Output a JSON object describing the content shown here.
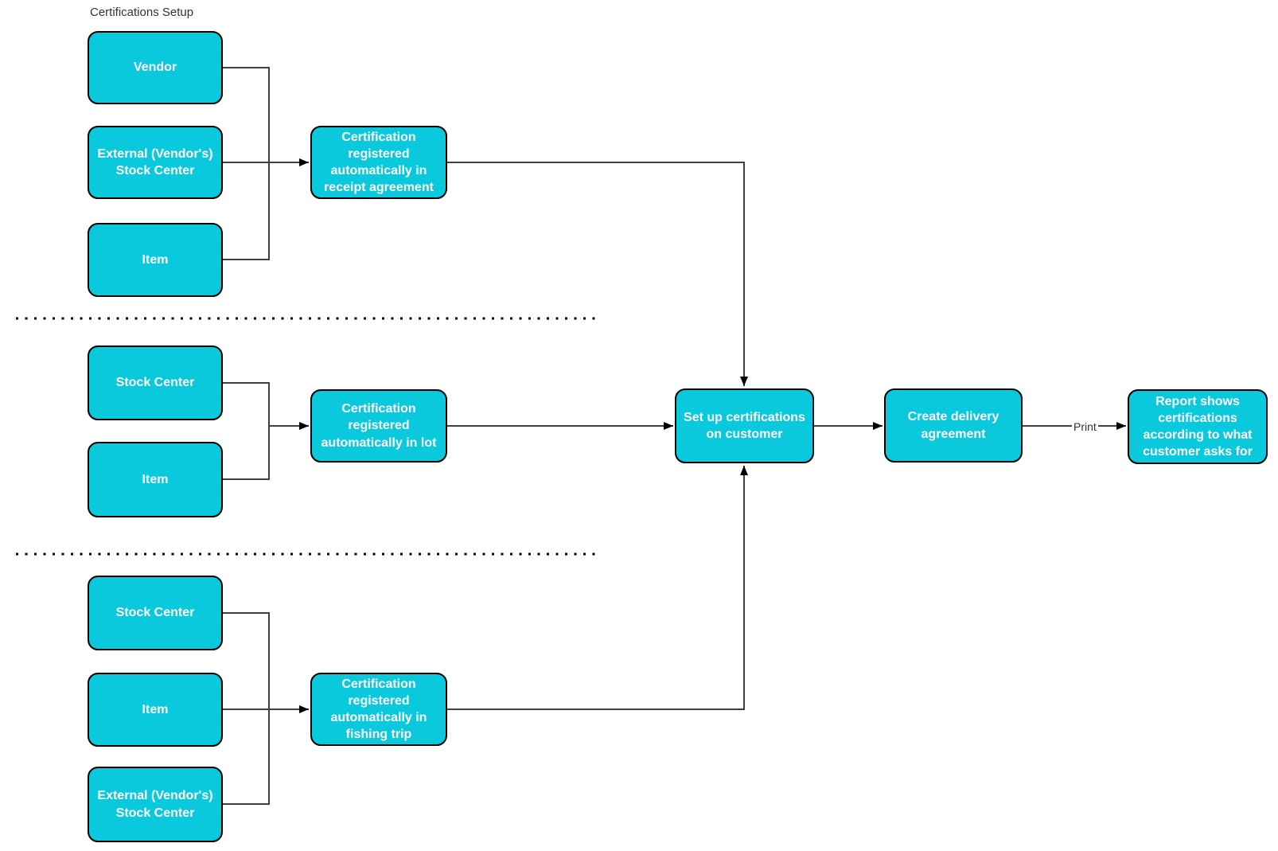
{
  "diagram": {
    "title": "Certifications Setup",
    "colors": {
      "node_fill": "#0ac9dc",
      "node_stroke": "#000000",
      "node_text": "#ffffff",
      "connector": "#404040",
      "label_text": "#333333"
    },
    "nodes": {
      "vendor": "Vendor",
      "ext_stock_top": "External (Vendor's) Stock Center",
      "item_top": "Item",
      "receipt": "Certification registered automatically in receipt agreement",
      "stock_mid": "Stock Center",
      "item_mid": "Item",
      "lot": "Certification registered automatically in lot",
      "stock_bot": "Stock Center",
      "item_bot": "Item",
      "ext_stock_bot": "External (Vendor's) Stock Center",
      "fishing": "Certification registered automatically in fishing trip",
      "setup": "Set up certifications on customer",
      "delivery": "Create delivery agreement",
      "report": "Report shows certifications according to what customer asks for"
    },
    "edge_labels": {
      "print": "Print"
    }
  }
}
